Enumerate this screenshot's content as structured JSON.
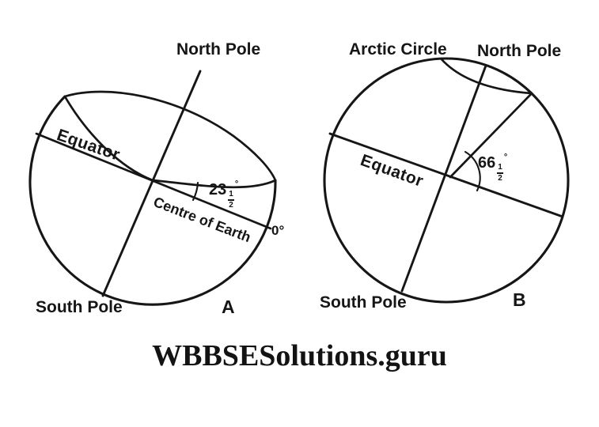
{
  "figure_a": {
    "north_pole_label": "North Pole",
    "equator_label": "Equator",
    "tilt_angle": {
      "whole": "23",
      "numerator": "1",
      "denominator": "2",
      "degree_symbol": "°"
    },
    "centre_label": "Centre of Earth",
    "zero_degree_label": "0°",
    "south_pole_label": "South Pole",
    "figure_letter": "A"
  },
  "figure_b": {
    "arctic_circle_label": "Arctic Circle",
    "north_pole_label": "North Pole",
    "equator_label": "Equator",
    "tilt_angle": {
      "whole": "66",
      "numerator": "1",
      "denominator": "2",
      "degree_symbol": "°"
    },
    "south_pole_label": "South Pole",
    "figure_letter": "B"
  },
  "watermark": "WBBSESolutions.guru",
  "colors": {
    "ink": "#161616",
    "background": "#ffffff"
  }
}
